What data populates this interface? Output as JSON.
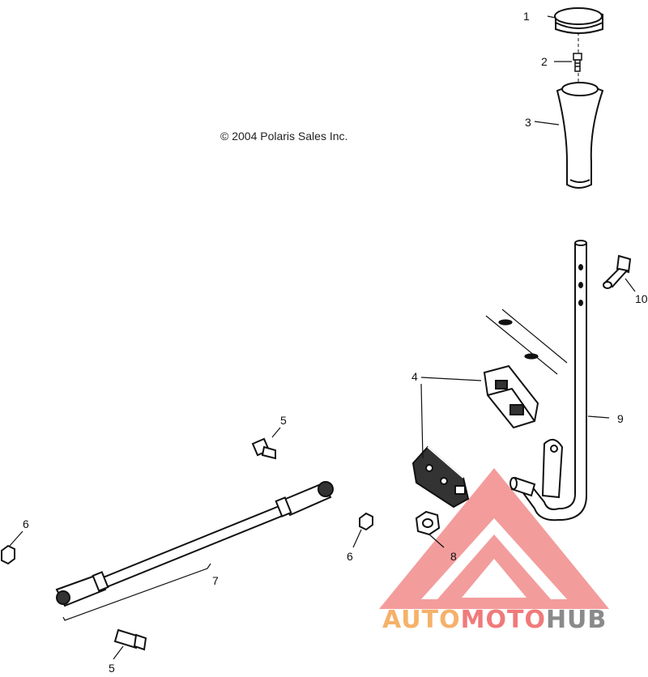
{
  "copyright": "© 2004 Polaris Sales Inc.",
  "callouts": {
    "c1": "1",
    "c2": "2",
    "c3": "3",
    "c4": "4",
    "c5a": "5",
    "c5b": "5",
    "c6a": "6",
    "c6b": "6",
    "c7": "7",
    "c8": "8",
    "c9": "9",
    "c10": "10"
  },
  "watermark": {
    "part1": "AUTO",
    "part2": "MOTO",
    "part3": "HUB"
  },
  "colors": {
    "line": "#111111",
    "watermark_red": "#f28b8b",
    "watermark_orange": "#f5b16a",
    "watermark_gray": "#8a8a8a"
  }
}
